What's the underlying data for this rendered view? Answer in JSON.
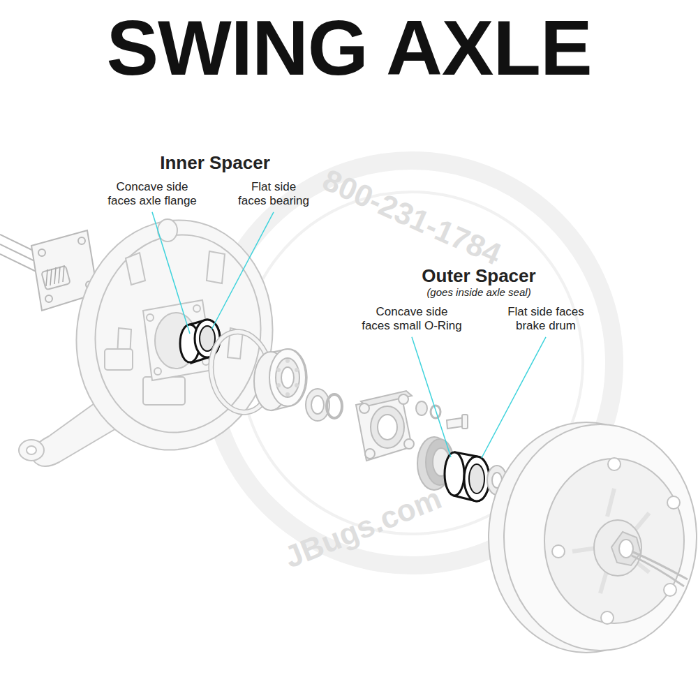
{
  "diagram": {
    "title": "SWING AXLE",
    "labels": [
      "Inner Spacer",
      "Concave side faces axle flange",
      "Flat side faces bearing",
      "Outer Spacer",
      "(goes inside axle seal)",
      "Concave side faces small O-Ring",
      "Flat side faces brake drum",
      "800-231-1784",
      "JBugs.com"
    ]
  }
}
